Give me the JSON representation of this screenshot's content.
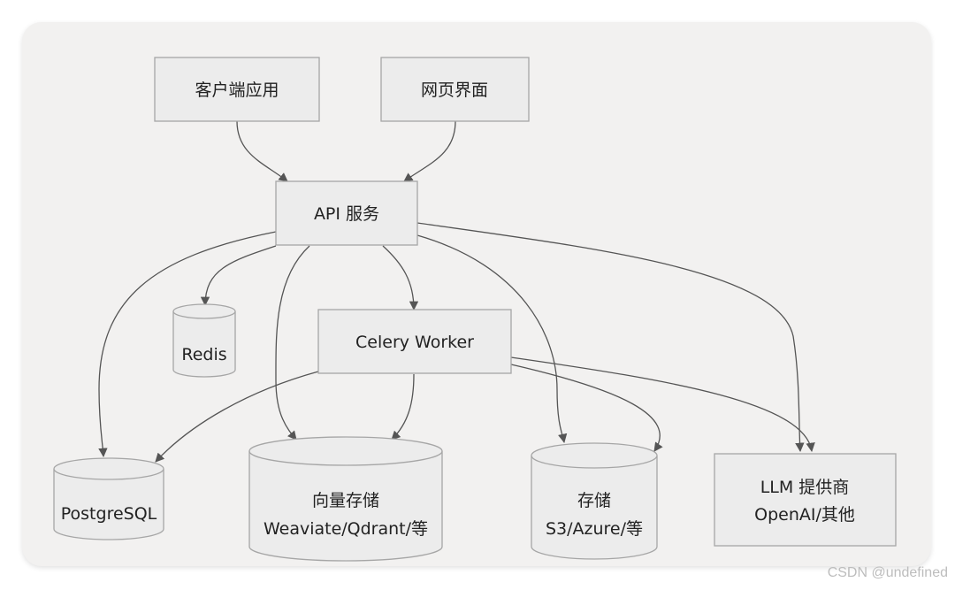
{
  "nodes": {
    "client_app": "客户端应用",
    "web_ui": "网页界面",
    "api": "API 服务",
    "redis": "Redis",
    "celery": "Celery Worker",
    "postgres": "PostgreSQL",
    "vector_line1": "向量存储",
    "vector_line2": "Weaviate/Qdrant/等",
    "storage_line1": "存储",
    "storage_line2": "S3/Azure/等",
    "llm_line1": "LLM 提供商",
    "llm_line2": "OpenAI/其他"
  },
  "edges": [
    {
      "from": "client_app",
      "to": "api"
    },
    {
      "from": "web_ui",
      "to": "api"
    },
    {
      "from": "api",
      "to": "redis"
    },
    {
      "from": "api",
      "to": "celery"
    },
    {
      "from": "api",
      "to": "postgres"
    },
    {
      "from": "api",
      "to": "vector_store"
    },
    {
      "from": "api",
      "to": "storage"
    },
    {
      "from": "api",
      "to": "llm"
    },
    {
      "from": "celery",
      "to": "postgres"
    },
    {
      "from": "celery",
      "to": "vector_store"
    },
    {
      "from": "celery",
      "to": "storage"
    },
    {
      "from": "celery",
      "to": "llm"
    }
  ],
  "watermark": "CSDN @undefined"
}
